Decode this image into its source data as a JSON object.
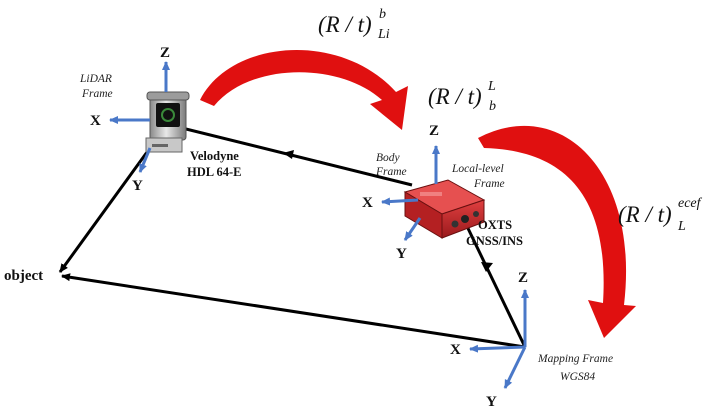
{
  "lidar": {
    "frame_label_line1": "LiDAR",
    "frame_label_line2": "Frame",
    "sensor_line1": "Velodyne",
    "sensor_line2": "HDL 64-E",
    "axis_x": "X",
    "axis_y": "Y",
    "axis_z": "Z"
  },
  "body": {
    "frame_label_line1": "Body",
    "frame_label_line2": "Frame",
    "local_label_line1": "Local-level",
    "local_label_line2": "Frame",
    "sensor_line1": "OXTS",
    "sensor_line2": "GNSS/INS",
    "axis_x": "X",
    "axis_y": "Y",
    "axis_z": "Z"
  },
  "mapping": {
    "frame_label_line1": "Mapping Frame",
    "frame_label_line2": "WGS84",
    "axis_x": "X",
    "axis_y": "Y",
    "axis_z": "Z"
  },
  "object_label": "object",
  "transforms": {
    "lidar_to_body": {
      "main": "(R / t)",
      "sup": "b",
      "sub": "Li"
    },
    "body_to_local": {
      "main": "(R / t)",
      "sup": "L",
      "sub": "b"
    },
    "local_to_ecef": {
      "main": "(R / t)",
      "sup": "ecef",
      "sub": "L"
    }
  },
  "colors": {
    "axis_blue": "#4a78c8",
    "curve_red": "#e01010",
    "line_black": "#000000",
    "imu_red": "#c8282a"
  }
}
